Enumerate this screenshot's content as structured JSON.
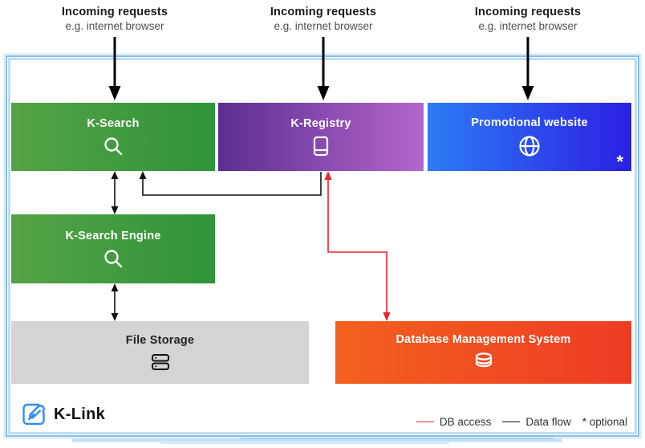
{
  "incoming": [
    {
      "title": "Incoming requests",
      "subtitle": "e.g. internet browser"
    },
    {
      "title": "Incoming requests",
      "subtitle": "e.g. internet browser"
    },
    {
      "title": "Incoming requests",
      "subtitle": "e.g. internet browser"
    }
  ],
  "boxes": {
    "k_search": {
      "label": "K-Search",
      "icon": "search-icon"
    },
    "k_registry": {
      "label": "K-Registry",
      "icon": "book-icon"
    },
    "promotional_website": {
      "label": "Promotional website",
      "icon": "globe-icon",
      "optional_marker": "*"
    },
    "k_search_engine": {
      "label": "K-Search Engine",
      "icon": "search-icon"
    },
    "file_storage": {
      "label": "File Storage",
      "icon": "server-stack-icon"
    },
    "dbms": {
      "label": "Database Management System",
      "icon": "database-icon"
    }
  },
  "logo": {
    "text": "K-Link",
    "icon": "k-link-paperclip-icon"
  },
  "legend": {
    "db_access_label": "DB access",
    "data_flow_label": "Data flow",
    "optional_label": "* optional"
  },
  "colors": {
    "green_start": "#55a245",
    "green_end": "#2f9439",
    "purple_start": "#5c2e91",
    "purple_end": "#b466cc",
    "blue_start": "#2d7bf5",
    "blue_end": "#2b20e2",
    "orange_start": "#f2611f",
    "orange_end": "#ee3c24",
    "gray_box": "#d4d4d4",
    "db_access_line": "#e8262b",
    "data_flow_line": "#111111",
    "border_blue": "#5da3e8",
    "logo_blue": "#2f8df2"
  }
}
